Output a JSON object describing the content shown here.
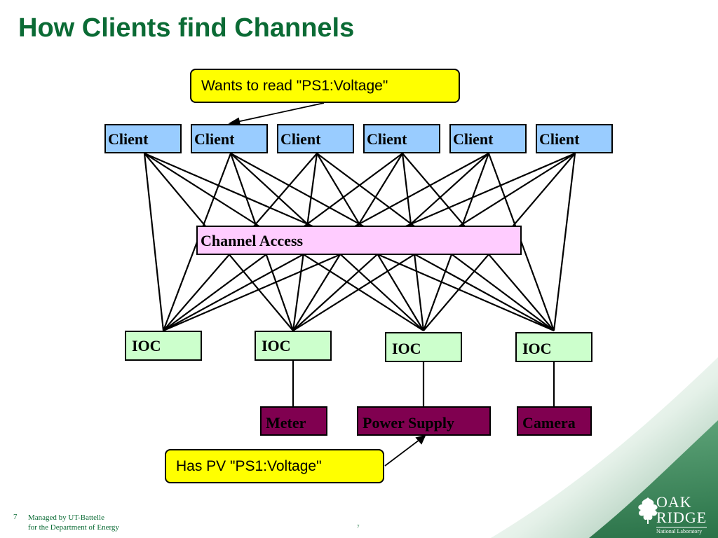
{
  "slide": {
    "title": "How Clients find Channels",
    "number": "7",
    "footer_line1": "Managed by UT-Battelle",
    "footer_line2": "for the Department of Energy",
    "center_page": "7"
  },
  "clients": [
    "Client",
    "Client",
    "Client",
    "Client",
    "Client",
    "Client"
  ],
  "channel_access": "Channel Access",
  "iocs": [
    "IOC",
    "IOC",
    "IOC",
    "IOC"
  ],
  "devices": [
    "Meter",
    "Power Supply",
    "Camera"
  ],
  "callouts": {
    "read": "Wants to read \"PS1:Voltage\"",
    "has": "Has PV \"PS1:Voltage\""
  },
  "logo": {
    "line1": "OAK",
    "line2": "RIDGE",
    "line3": "National Laboratory"
  },
  "colors": {
    "title": "#0b6b35",
    "client_fill": "#99ccff",
    "channel_access_fill": "#ffccff",
    "ioc_fill": "#ccffcc",
    "device_fill": "#800050",
    "callout_fill": "#ffff00",
    "swoosh": "#2e7d4f"
  }
}
